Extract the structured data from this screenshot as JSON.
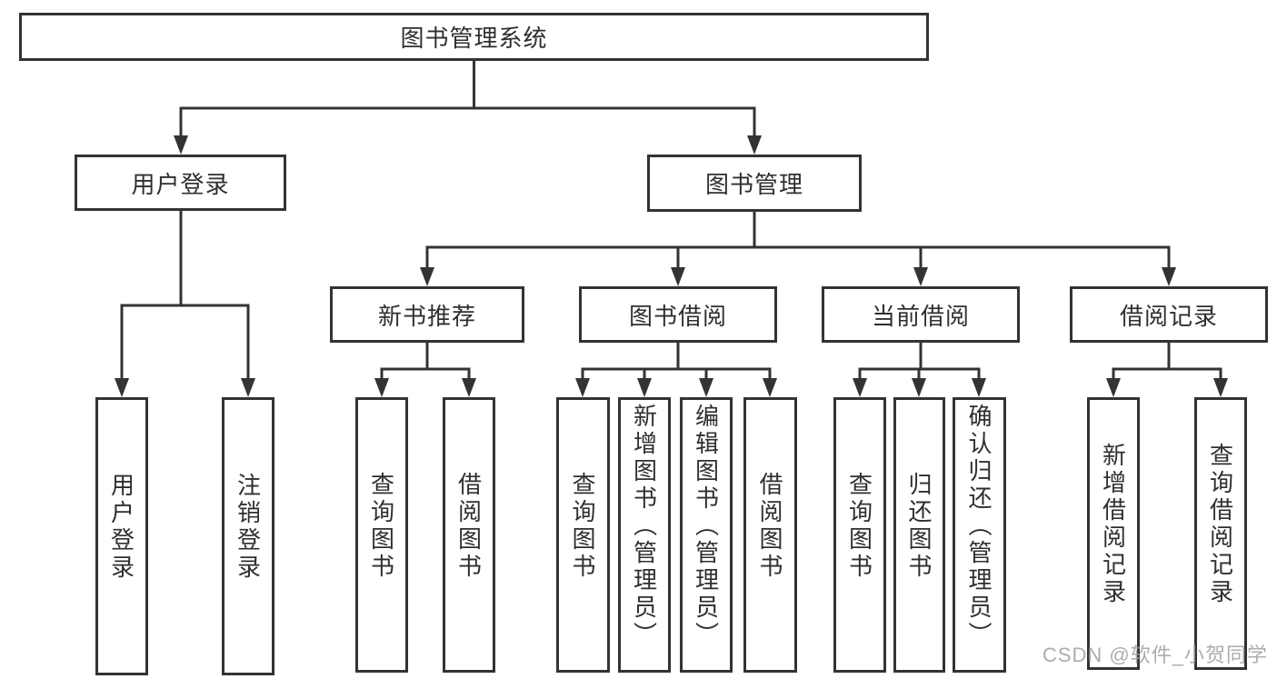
{
  "tree": {
    "root": {
      "label": "图书管理系统"
    },
    "children": [
      {
        "label": "用户登录",
        "children": [
          {
            "label": "用户登录"
          },
          {
            "label": "注销登录"
          }
        ]
      },
      {
        "label": "图书管理",
        "children": [
          {
            "label": "新书推荐",
            "children": [
              {
                "label": "查询图书"
              },
              {
                "label": "借阅图书"
              }
            ]
          },
          {
            "label": "图书借阅",
            "children": [
              {
                "label": "查询图书"
              },
              {
                "label": "新增图书（管理员）"
              },
              {
                "label": "编辑图书（管理员）"
              },
              {
                "label": "借阅图书"
              }
            ]
          },
          {
            "label": "当前借阅",
            "children": [
              {
                "label": "查询图书"
              },
              {
                "label": "归还图书"
              },
              {
                "label": "确认归还（管理员）"
              }
            ]
          },
          {
            "label": "借阅记录",
            "children": [
              {
                "label": "新增借阅记录"
              },
              {
                "label": "查询借阅记录"
              }
            ]
          }
        ]
      }
    ]
  },
  "watermark": {
    "text": "CSDN @软件_小贺同学"
  },
  "colors": {
    "line": "#333333",
    "text": "#2f2f2f",
    "background": "#ffffff",
    "watermark": "#9e9e9e"
  }
}
